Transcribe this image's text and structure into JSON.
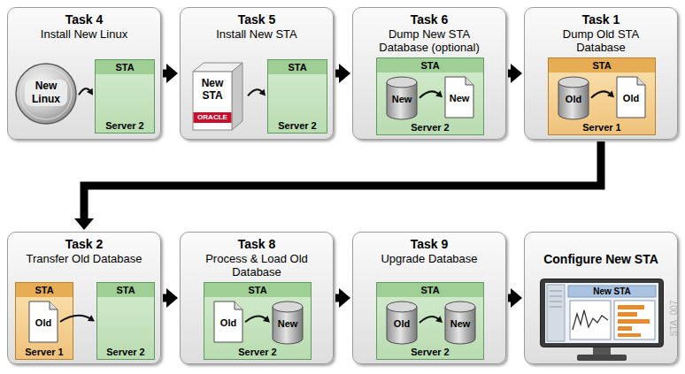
{
  "diagram": {
    "nodes": [
      {
        "text": [
          "Task 4",
          "Install New Linux"
        ]
      },
      {
        "text": [
          "New Linux"
        ],
        "in": 0
      },
      {
        "text": [
          "STA",
          "Server 2"
        ],
        "in": 0
      },
      {
        "text": [
          "Task 5",
          "Install New STA"
        ]
      },
      {
        "text": [
          "New STA",
          "ORACLE"
        ],
        "in": 3
      },
      {
        "text": [
          "STA",
          "Server 2"
        ],
        "in": 3
      },
      {
        "text": [
          "Task 6",
          "Dump New STA Database (optional)"
        ]
      },
      {
        "text": [
          "STA",
          "Server 2"
        ],
        "in": 6
      },
      {
        "text": [
          "New"
        ],
        "in": 7
      },
      {
        "text": [
          "New"
        ],
        "in": 7
      },
      {
        "text": [
          "Task 1",
          "Dump Old STA Database"
        ]
      },
      {
        "text": [
          "STA",
          "Server 1"
        ],
        "in": 10
      },
      {
        "text": [
          "Old"
        ],
        "in": 11
      },
      {
        "text": [
          "Old"
        ],
        "in": 11
      },
      {
        "text": [
          "Task 2",
          "Transfer Old Database"
        ]
      },
      {
        "text": [
          "STA",
          "Server 1"
        ],
        "in": 14
      },
      {
        "text": [
          "Old"
        ],
        "in": 15
      },
      {
        "text": [
          "STA",
          "Server 2"
        ],
        "in": 14
      },
      {
        "text": [
          "Task 8",
          "Process & Load Old Database"
        ]
      },
      {
        "text": [
          "STA",
          "Server 2"
        ],
        "in": 18
      },
      {
        "text": [
          "Old"
        ],
        "in": 19
      },
      {
        "text": [
          "New"
        ],
        "in": 19
      },
      {
        "text": [
          "Task 9",
          "Upgrade Database"
        ]
      },
      {
        "text": [
          "STA",
          "Server 2"
        ],
        "in": 22
      },
      {
        "text": [
          "Old"
        ],
        "in": 23
      },
      {
        "text": [
          "New"
        ],
        "in": 23
      },
      {
        "text": [
          "Configure New STA"
        ]
      },
      {
        "text": [
          "New STA"
        ],
        "in": 26
      }
    ],
    "edges": [
      {
        "from": 0,
        "to": 3,
        "arrow": "to"
      },
      {
        "from": 3,
        "to": 6,
        "arrow": "to"
      },
      {
        "from": 6,
        "to": 10,
        "arrow": "to"
      },
      {
        "from": 10,
        "to": 14,
        "arrow": "to"
      },
      {
        "from": 14,
        "to": 18,
        "arrow": "to"
      },
      {
        "from": 18,
        "to": 22,
        "arrow": "to"
      },
      {
        "from": 22,
        "to": 26,
        "arrow": "to"
      },
      {
        "from": 1,
        "to": 2,
        "arrow": "to"
      },
      {
        "from": 4,
        "to": 5,
        "arrow": "to"
      },
      {
        "from": 8,
        "to": 9,
        "arrow": "to"
      },
      {
        "from": 12,
        "to": 13,
        "arrow": "to"
      },
      {
        "from": 16,
        "to": 17,
        "arrow": "to"
      },
      {
        "from": 20,
        "to": 21,
        "arrow": "to"
      },
      {
        "from": 24,
        "to": 25,
        "arrow": "to"
      }
    ],
    "labels": [
      "STA_007"
    ]
  }
}
